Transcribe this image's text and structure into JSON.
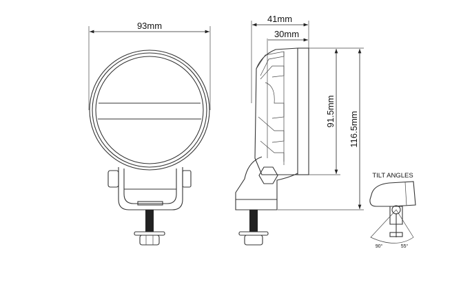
{
  "front_view": {
    "width_label": "93mm"
  },
  "side_view": {
    "depth_label": "41mm",
    "lens_depth_label": "30mm",
    "height_label": "91.5mm",
    "total_height_label": "116.5mm"
  },
  "tilt": {
    "title": "TILT ANGLES",
    "angle_left": "90°",
    "angle_right": "55°"
  }
}
